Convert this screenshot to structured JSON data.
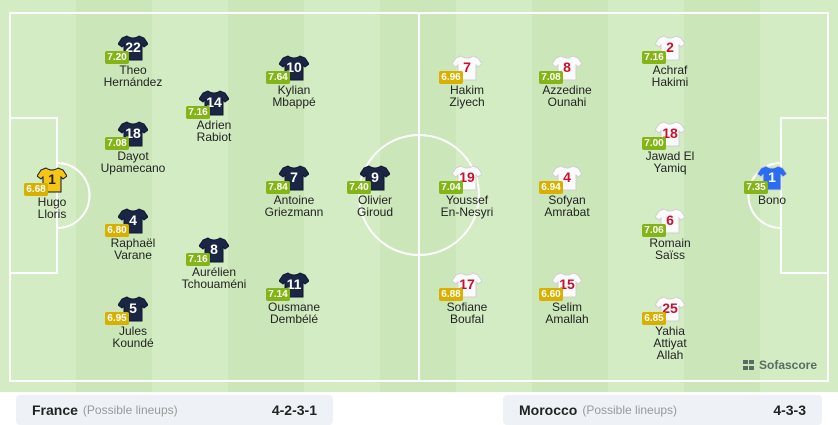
{
  "colors": {
    "rating_high": "#84b516",
    "rating_mid": "#d9af00",
    "france_outfield": "#1b2544",
    "france_gk": "#f5c518",
    "morocco_outfield": "#fbfbfb",
    "morocco_gk": "#2b6df1"
  },
  "home": {
    "name": "France",
    "note": "(Possible lineups)",
    "formation": "4-2-3-1",
    "players": [
      {
        "number": "1",
        "name1": "Hugo",
        "name2": "Lloris",
        "rating": "6.68",
        "gk": true
      },
      {
        "number": "22",
        "name1": "Theo",
        "name2": "Hernández",
        "rating": "7.20"
      },
      {
        "number": "18",
        "name1": "Dayot",
        "name2": "Upamecano",
        "rating": "7.08"
      },
      {
        "number": "4",
        "name1": "Raphaël",
        "name2": "Varane",
        "rating": "6.80"
      },
      {
        "number": "5",
        "name1": "Jules",
        "name2": "Koundé",
        "rating": "6.95"
      },
      {
        "number": "14",
        "name1": "Adrien",
        "name2": "Rabiot",
        "rating": "7.16"
      },
      {
        "number": "8",
        "name1": "Aurélien",
        "name2": "Tchouaméni",
        "rating": "7.16"
      },
      {
        "number": "10",
        "name1": "Kylian",
        "name2": "Mbappé",
        "rating": "7.64"
      },
      {
        "number": "7",
        "name1": "Antoine",
        "name2": "Griezmann",
        "rating": "7.84"
      },
      {
        "number": "11",
        "name1": "Ousmane",
        "name2": "Dembélé",
        "rating": "7.14"
      },
      {
        "number": "9",
        "name1": "Olivier",
        "name2": "Giroud",
        "rating": "7.40"
      }
    ]
  },
  "away": {
    "name": "Morocco",
    "note": "(Possible lineups)",
    "formation": "4-3-3",
    "players": [
      {
        "number": "7",
        "name1": "Hakim",
        "name2": "Ziyech",
        "rating": "6.96"
      },
      {
        "number": "19",
        "name1": "Youssef",
        "name2": "En-Nesyri",
        "rating": "7.04"
      },
      {
        "number": "17",
        "name1": "Sofiane",
        "name2": "Boufal",
        "rating": "6.88"
      },
      {
        "number": "8",
        "name1": "Azzedine",
        "name2": "Ounahi",
        "rating": "7.08"
      },
      {
        "number": "4",
        "name1": "Sofyan",
        "name2": "Amrabat",
        "rating": "6.94"
      },
      {
        "number": "15",
        "name1": "Selim",
        "name2": "Amallah",
        "rating": "6.60"
      },
      {
        "number": "2",
        "name1": "Achraf",
        "name2": "Hakimi",
        "rating": "7.16"
      },
      {
        "number": "18",
        "name1": "Jawad El",
        "name2": "Yamiq",
        "rating": "7.00"
      },
      {
        "number": "6",
        "name1": "Romain",
        "name2": "Saïss",
        "rating": "7.06"
      },
      {
        "number": "25",
        "name1": "Yahia",
        "name2": "Attiyat",
        "name3": "Allah",
        "rating": "6.85"
      },
      {
        "number": "1",
        "name1": "Bono",
        "rating": "7.35",
        "gk": true
      }
    ]
  },
  "brand": {
    "name": "Sofascore",
    "icon": "sofascore-logo-icon"
  }
}
